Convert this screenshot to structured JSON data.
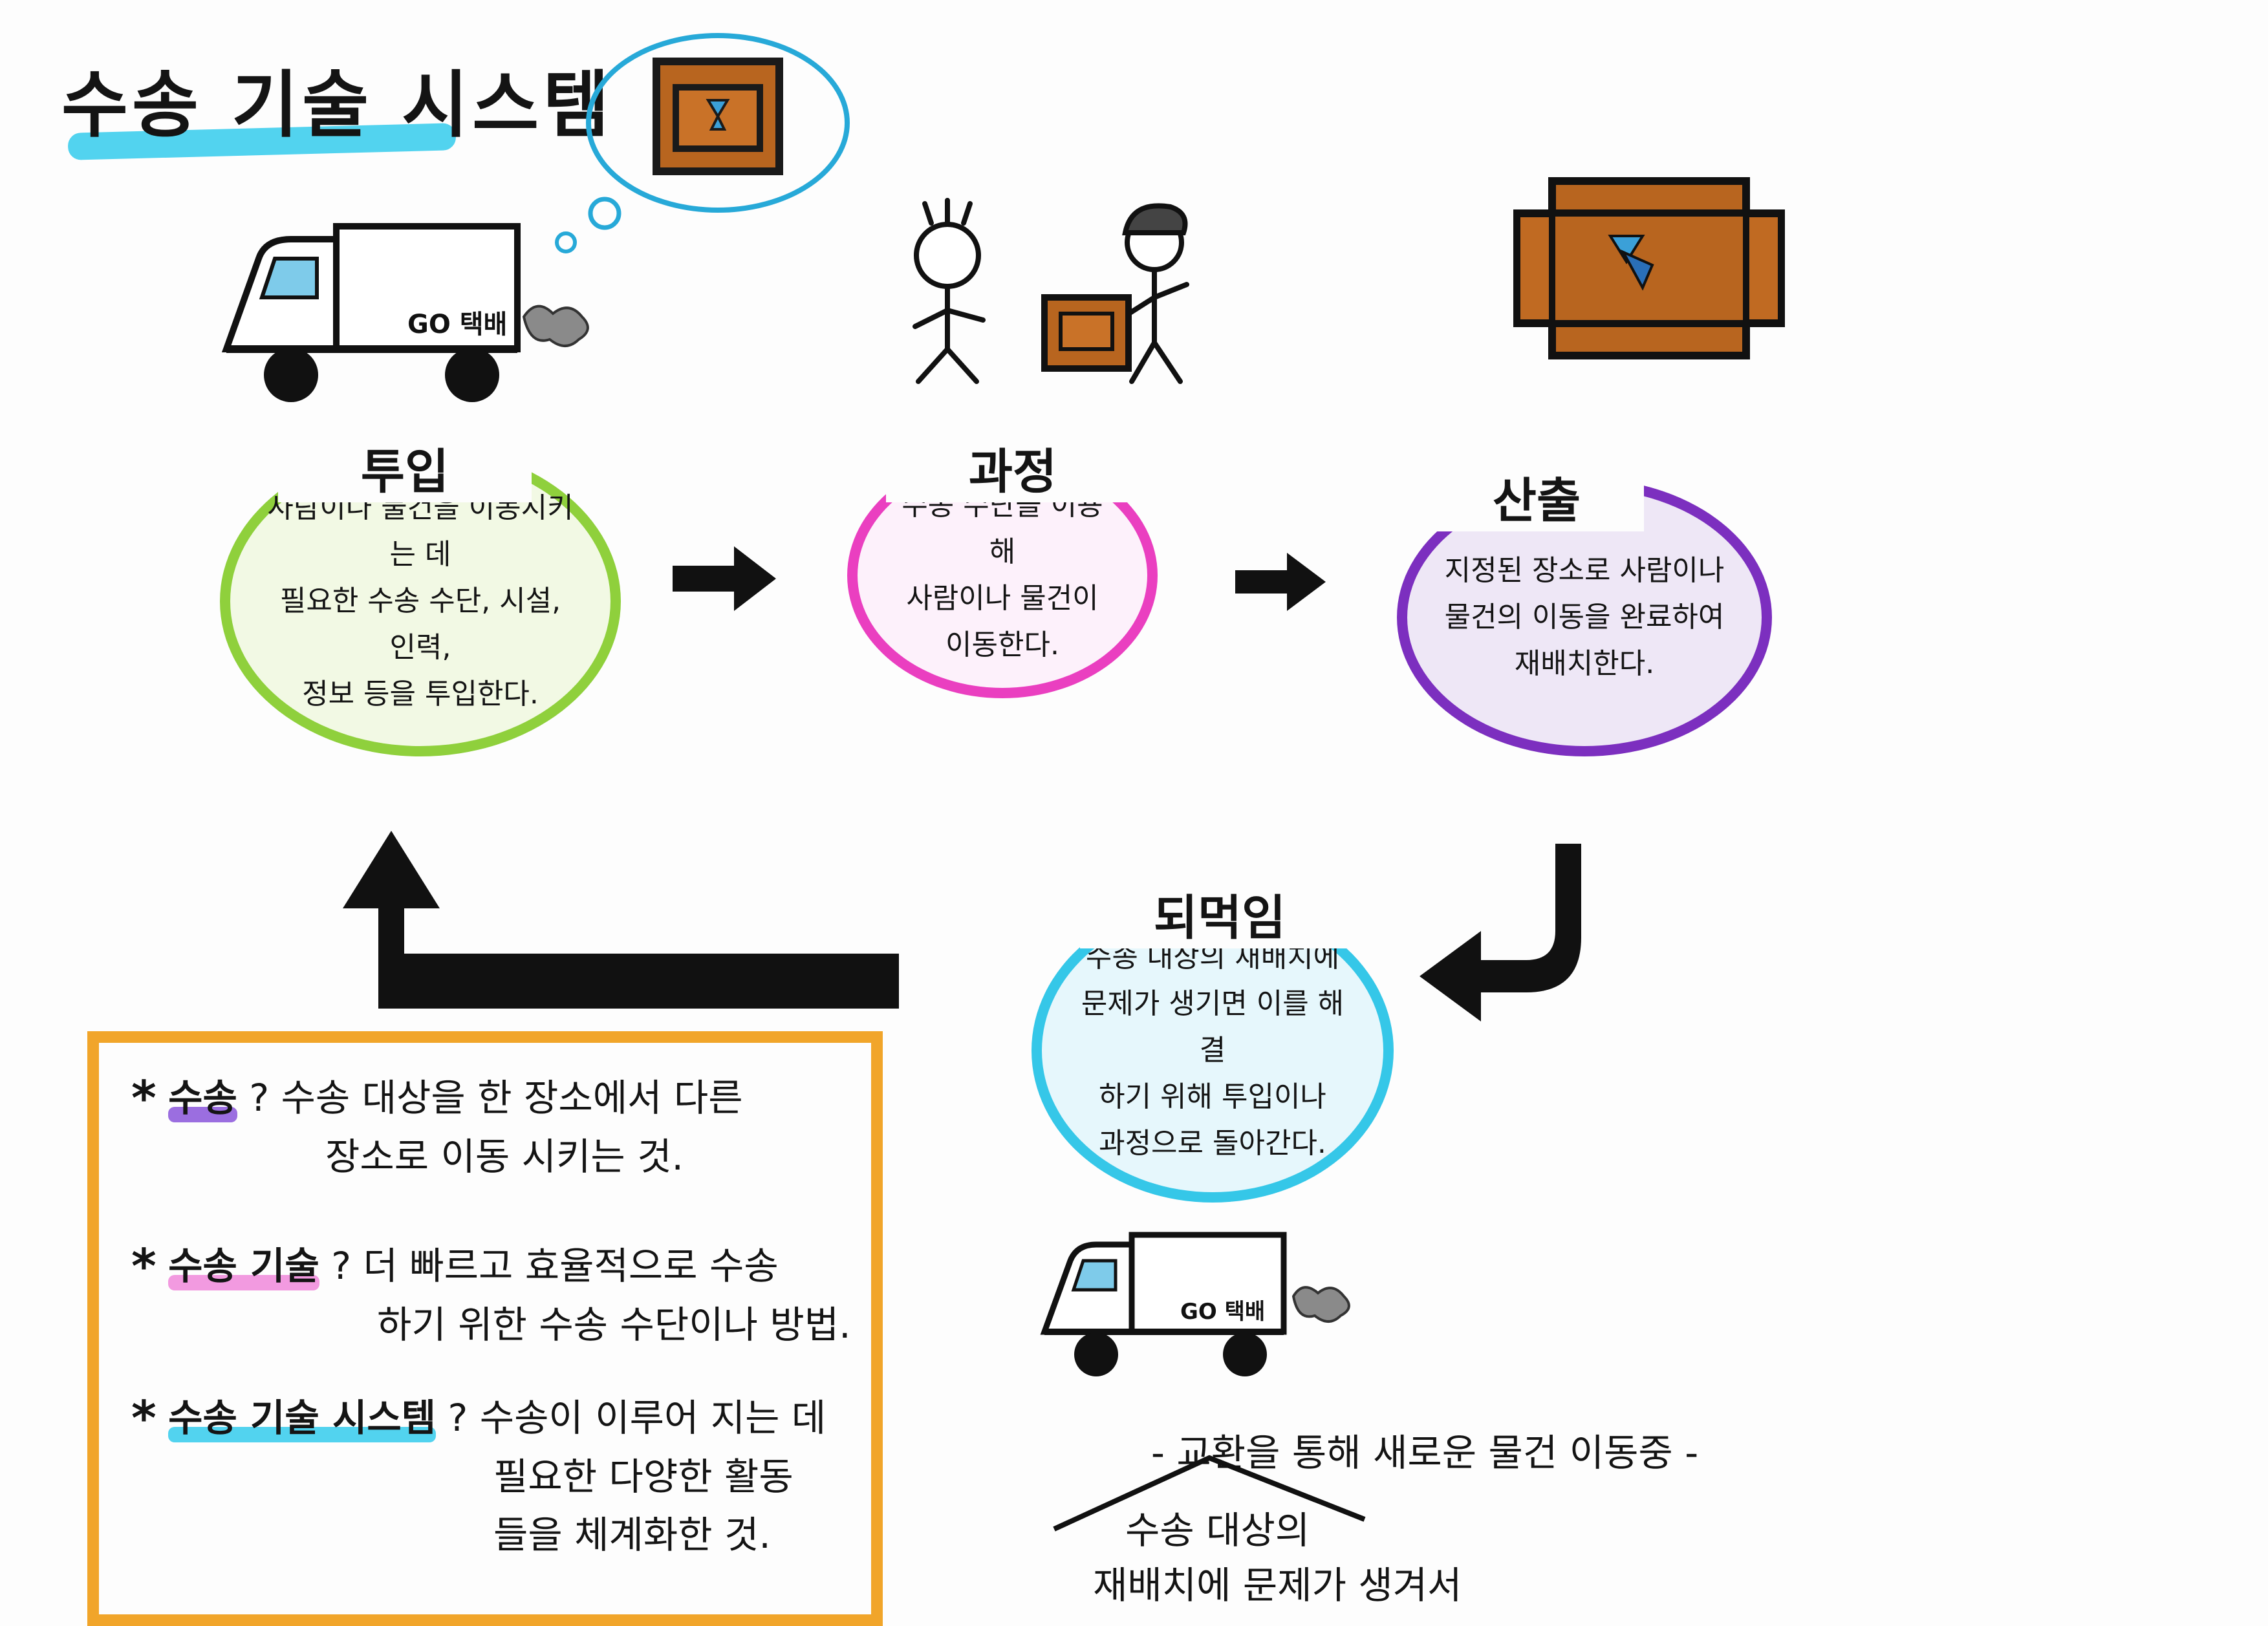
{
  "title": "수송 기술 시스템",
  "colors": {
    "title_highlight": "#52d3ef",
    "input": "#8fd03c",
    "process": "#ea3fc0",
    "output": "#7c2fbf",
    "feedback": "#35c7e8",
    "box_border": "#f1a52a",
    "cargo_box": "#b8651f"
  },
  "icons": {
    "truck": "delivery-truck-icon",
    "box": "cargo-box-icon",
    "people": "stick-people-icon"
  },
  "truck_label": "GO 택배",
  "stages": {
    "input": {
      "title": "투입",
      "text": "사람이나 물건을 이동시키는 데\n필요한 수송 수단, 시설, 인력,\n정보 등을 투입한다."
    },
    "process": {
      "title": "과정",
      "text": "수송 수단을 이용해\n사람이나 물건이\n이동한다."
    },
    "output": {
      "title": "산출",
      "text": "지정된 장소로 사람이나\n물건의 이동을 완료하여\n재배치한다."
    },
    "feedback": {
      "title": "되먹임",
      "text": "수송 대상의 재배치에\n문제가 생기면 이를 해결\n하기 위해 투입이나\n과정으로 돌아간다."
    }
  },
  "definitions": [
    {
      "star": "*",
      "term": "수송",
      "rest": "? 수송 대상을 한 장소에서 다른",
      "cont": "장소로 이동 시키는 것."
    },
    {
      "star": "*",
      "term": "수송 기술",
      "rest": "? 더 빠르고 효율적으로 수송",
      "cont": "하기 위한 수송 수단이나 방법."
    },
    {
      "star": "*",
      "term": "수송 기술 시스템",
      "rest": "? 수송이 이루어 지는 데",
      "cont": "필요한 다양한 활동\n들을 체계화한 것."
    }
  ],
  "bottom_caption": "- 교환을 통해 새로운 물건 이동중 -",
  "roof_text": {
    "line1": "수송 대상의",
    "line2": "재배치에 문제가 생겨서"
  }
}
